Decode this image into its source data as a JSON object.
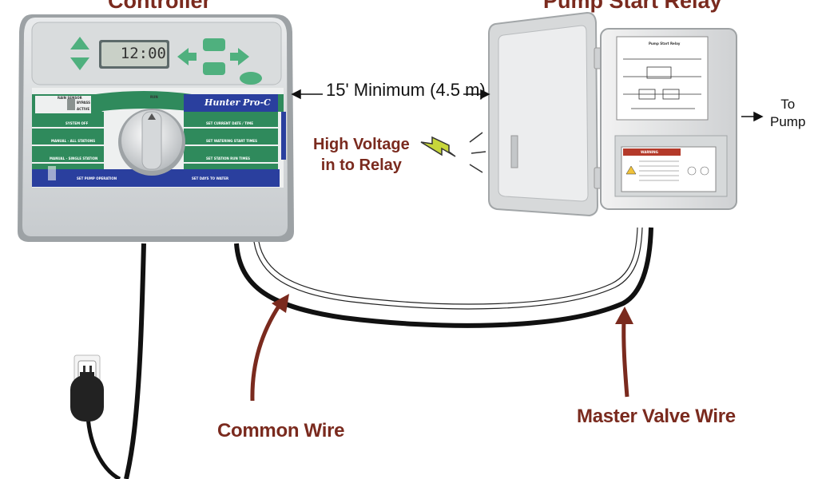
{
  "labels": {
    "controller_title": "Controller",
    "relay_title": "Pump Start Relay",
    "distance": "15' Minimum (4.5 m)",
    "high_voltage_line1": "High Voltage",
    "high_voltage_line2": "in to Relay",
    "to_pump_line1": "To",
    "to_pump_line2": "Pump",
    "common_wire": "Common Wire",
    "master_valve_wire": "Master Valve Wire"
  },
  "controller": {
    "display": "12:00",
    "brand": "Hunter Pro-C",
    "left_dial_labels": [
      "SYSTEM OFF",
      "MANUAL - ALL STATIONS",
      "MANUAL - SINGLE STATION",
      "SET PUMP OPERATION"
    ],
    "right_dial_labels": [
      "SET CURRENT DATE / TIME",
      "SET WATERING START TIMES",
      "SET STATION RUN TIMES",
      "SET DAYS TO WATER"
    ],
    "switch_labels": [
      "RAIN SENSOR",
      "BYPASS",
      "ACTIVE"
    ],
    "dial_top_label": "RUN"
  },
  "relay": {
    "panel_title": "Pump Start Relay",
    "warning_title": "WARNING"
  },
  "colors": {
    "label_brown": "#7a2a1e",
    "controller_green": "#2f8a5c",
    "controller_blue": "#2a3f9e",
    "button_green": "#4fb07e",
    "wire_black": "#111111",
    "arrow_brown": "#7a2a1e",
    "lightning_yellow": "#c7d63a"
  }
}
